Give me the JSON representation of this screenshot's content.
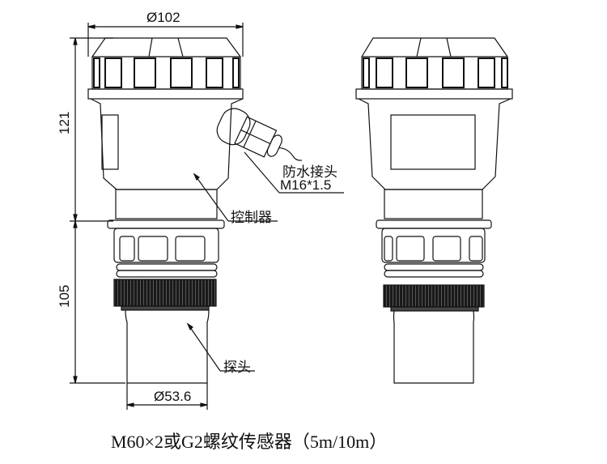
{
  "drawing": {
    "title": "M60×2或G2螺纹传感器（5m/10m）",
    "views": [
      "front-view-with-cable-gland",
      "front-view-with-display-window"
    ],
    "dimensions": {
      "top_diameter": "Ø102",
      "controller_height": "121",
      "probe_height": "105",
      "probe_diameter": "Ø53.6"
    },
    "callouts": {
      "gland_name": "防水接头",
      "gland_thread": "M16*1.5",
      "controller": "控制器",
      "probe": "探头"
    },
    "colors": {
      "line": "#111111",
      "background": "#ffffff",
      "knurl_ring": "#1a1a1a"
    }
  }
}
